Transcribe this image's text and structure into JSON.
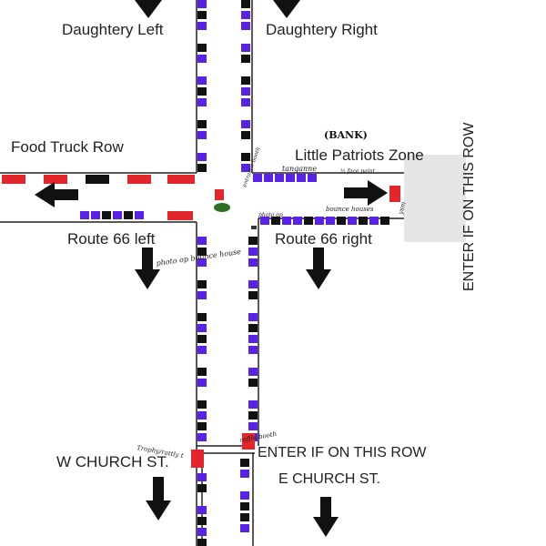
{
  "labels": {
    "daughtery_left": "Daughtery  Left",
    "daughtery_right": "Daughtery Right",
    "food_truck_row": "Food Truck Row",
    "bank": "(BANK)",
    "little_patriots_zone": "Little Patriots Zone",
    "enter_vertical": "ENTER IF ON THIS ROW",
    "route66_left": "Route 66 left",
    "route66_right": "Route 66 right",
    "w_church": "W CHURCH ST.",
    "e_church": "E CHURCH ST.",
    "enter_bottom": "ENTER IF ON THIS ROW"
  },
  "hand_notes": {
    "tanganne": "tanganne",
    "face_paint": "½ face paint",
    "ysm": "ysm",
    "entrance_booth": "entrance booth",
    "photo_op": "photo op",
    "bounce_houses": "bounce houses",
    "photo_op_bounce": "photo op bounce house",
    "trophy": "Trophy/rattly t",
    "raffle_booth": "raffle booth"
  },
  "colors": {
    "purple": "#5a22e8",
    "black": "#111111",
    "red": "#e3262b",
    "zone_gray": "#e6e6e6",
    "road_line": "#222222",
    "arrow": "#111111"
  }
}
